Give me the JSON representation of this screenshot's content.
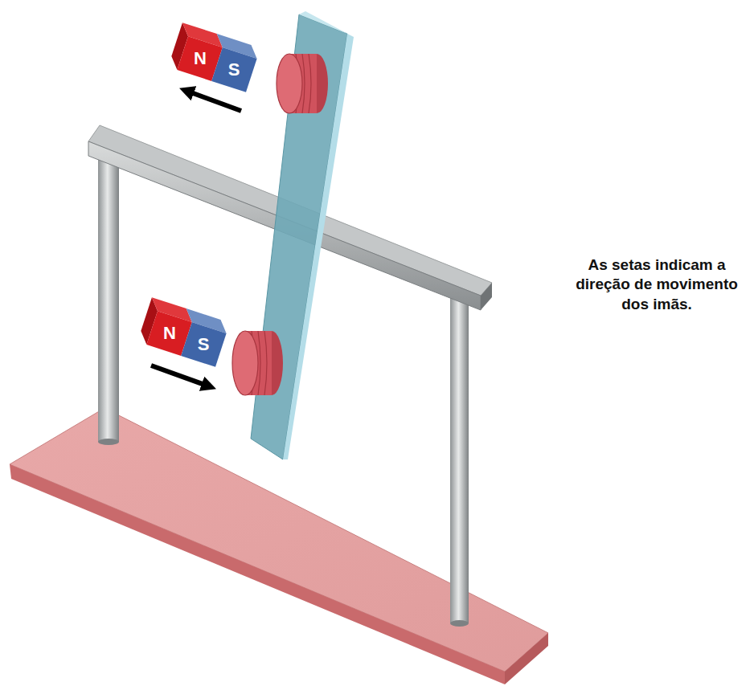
{
  "diagram": {
    "labels": [
      "N",
      "S",
      "N",
      "S",
      "As setas indicam a direção de movimento dos imãs."
    ]
  }
}
